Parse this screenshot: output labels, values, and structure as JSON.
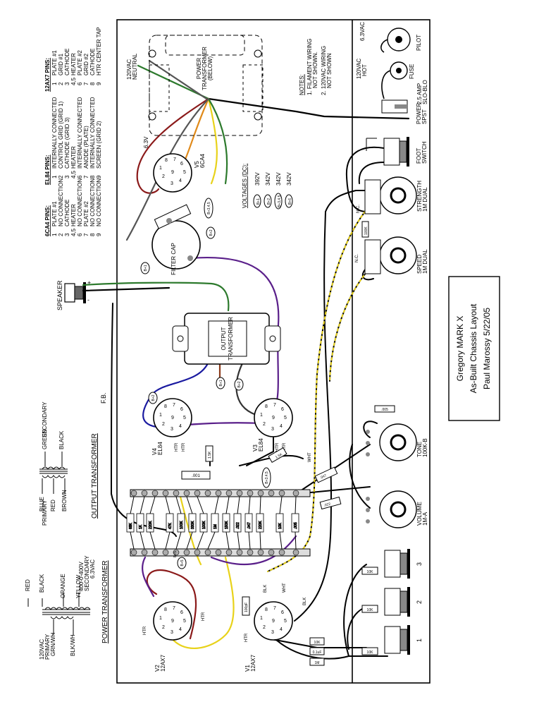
{
  "chassis": {
    "v1": {
      "name": "V1",
      "type": "12AX7"
    },
    "v2": {
      "name": "V2",
      "type": "12AX7"
    },
    "v3": {
      "name": "V3",
      "type": "EL84"
    },
    "v4": {
      "name": "V4",
      "type": "EL84"
    },
    "v5": {
      "name": "V5",
      "type": "6CA4"
    },
    "filter_cap": "FILTER CAP",
    "power_transformer_box": [
      "POWER",
      "TRANSFORMER",
      "(BELOW)"
    ],
    "output_transformer_box": [
      "OUTPUT",
      "TRANSFORMER"
    ],
    "mains": [
      "120VAC",
      "NEUTRAL"
    ],
    "v6_3": "6.3V",
    "htr": "HTR",
    "wht": "WHT",
    "blk": "BLK",
    "fb": "F.B.",
    "speaker": "SPEAKER",
    "speaker_plus": "+",
    "speaker_minus": "-",
    "notes": {
      "title": "NOTES:",
      "items": [
        "1. FILAMENT WIRING",
        "NOT SHOWN.",
        "2. 120VAC WIRING",
        "NOT SHOWN"
      ]
    },
    "voltages": {
      "title": "VOLTAGES (DC):",
      "rows": [
        {
          "node": "B+1",
          "value": "392V"
        },
        {
          "node": "B+2",
          "value": "342V"
        },
        {
          "node": "B+3,4,5",
          "value": "342V"
        },
        {
          "node": "B+6",
          "value": "342V"
        }
      ]
    },
    "nodes": {
      "b1": "B+1",
      "b2": "B+2",
      "b3": "B+3",
      "b345": "B+3,4,5",
      "b6": "B+6",
      "b5": "B+5"
    },
    "component_labels": [
      "1.5K",
      "180",
      "1K",
      ".001",
      ".047",
      ".005",
      ".022",
      "220K",
      "100K",
      "1M",
      "10K",
      "68K",
      "150K",
      "330K",
      "47K",
      "100pF",
      "0.1uF",
      "1M",
      "10K"
    ],
    "pins": {
      "v5": [
        "1",
        "2",
        "3",
        "4",
        "5",
        "6",
        "7",
        "8",
        "9"
      ],
      "el84": [
        "1",
        "2",
        "3",
        "4",
        "5",
        "6",
        "7",
        "8",
        "9"
      ],
      "ax7": [
        "1",
        "2",
        "3",
        "4",
        "5",
        "6",
        "7",
        "8",
        "9"
      ]
    }
  },
  "front_panel": {
    "power_switch": [
      "POWER",
      "SPST"
    ],
    "hot": [
      "120VAC",
      "HOT"
    ],
    "fuse": [
      "FUSE"
    ],
    "fuse_rating": [
      "2.5 AMP",
      "SLO-BLO"
    ],
    "pilot": [
      "PILOT"
    ],
    "pilot_voltage": "6.3VAC",
    "foot_switch": [
      "FOOT",
      "SWITCH"
    ],
    "strength": [
      "STRENGTH",
      "1M DUAL"
    ],
    "speed": [
      "SPEED",
      "1M DUAL"
    ],
    "tone": [
      "TONE",
      "100K-B"
    ],
    "volume": [
      "VOLUME",
      "1M-A"
    ],
    "inputs": [
      "3",
      "2",
      "1"
    ],
    "nc": "N.C."
  },
  "title_block": {
    "line1": "Gregory  MARK X",
    "line2": "As-Built Chassis Layout",
    "line3": "Paul Marossy  5/22/05"
  },
  "pinouts": {
    "ax7": {
      "title": "12AX7 PINS:",
      "rows": [
        {
          "pin": "1",
          "name": "PLATE #1"
        },
        {
          "pin": "2",
          "name": "GRID #1"
        },
        {
          "pin": "3",
          "name": "CATHODE"
        },
        {
          "pin": "4,5",
          "name": "HEATER"
        },
        {
          "pin": "6",
          "name": "PLATE #2"
        },
        {
          "pin": "7",
          "name": "GRID #2"
        },
        {
          "pin": "8",
          "name": "CATHODE"
        },
        {
          "pin": "9",
          "name": "HTR CENTER TAP"
        }
      ]
    },
    "el84": {
      "title": "EL84 PINS:",
      "rows": [
        {
          "pin": "1",
          "name": "INTERNALLY CONNECTED"
        },
        {
          "pin": "2",
          "name": "CONTROL GRID (GRID 1)"
        },
        {
          "pin": "3",
          "name": "CATHODE (GRID 3)"
        },
        {
          "pin": "4,5",
          "name": "HEATER"
        },
        {
          "pin": "6",
          "name": "INTERNALLY CONNECTED"
        },
        {
          "pin": "7",
          "name": "ANODE (PLATE)"
        },
        {
          "pin": "8",
          "name": "INTERNALLY CONNECTED"
        },
        {
          "pin": "9",
          "name": "SCREEN (GRID 2)"
        }
      ]
    },
    "ca4": {
      "title": "6CA4 PINS:",
      "rows": [
        {
          "pin": "1",
          "name": "PLATE #1"
        },
        {
          "pin": "2",
          "name": "NO CONNECTION"
        },
        {
          "pin": "3",
          "name": "CATHODE"
        },
        {
          "pin": "4,5",
          "name": "HEATER"
        },
        {
          "pin": "6",
          "name": "NO CONNECTION"
        },
        {
          "pin": "7",
          "name": "PLATE #2"
        },
        {
          "pin": "8",
          "name": "NO CONNECTION"
        },
        {
          "pin": "9",
          "name": "NO CONNECTION"
        }
      ]
    }
  },
  "transformers": {
    "output": {
      "title": "OUTPUT TRANSFORMER",
      "primary": "PRIMARY",
      "secondary": "SECONDARY",
      "blue": "BLUE",
      "red": "RED",
      "brown": "BROWN",
      "green": "GREEN",
      "black": "BLACK"
    },
    "power": {
      "title": "POWER TRANSFORMER",
      "primary": [
        "120VAC",
        "PRIMARY"
      ],
      "secondary": [
        "400-0-400V",
        "SECONDARY"
      ],
      "fil": "6.3VAC",
      "grn": "GRN/WH",
      "blk": "BLK/WH",
      "red": "RED",
      "black": "BLACK",
      "orange": "ORANGE",
      "yellow": "YELLOW"
    }
  }
}
